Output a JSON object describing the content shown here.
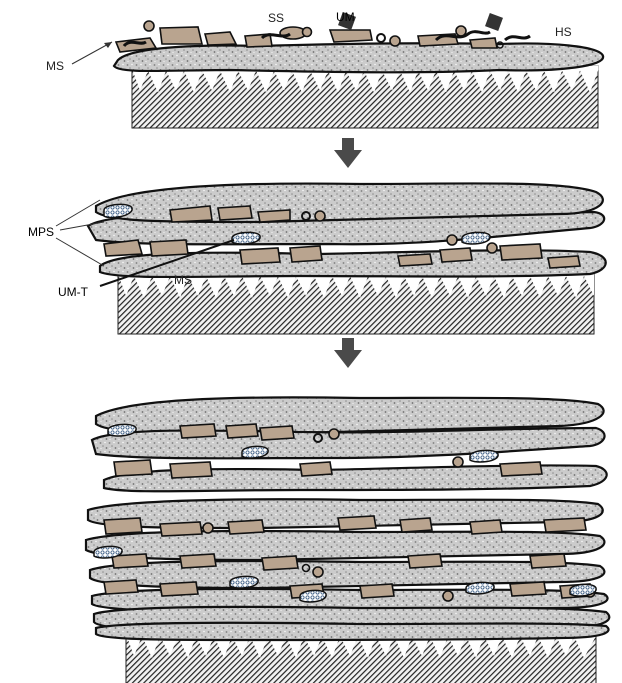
{
  "labels": {
    "ms": "MS",
    "ss": "SS",
    "um": "UM",
    "hs": "HS",
    "mps": "MPS",
    "umt": "UM-T",
    "ms_inner": "MS"
  },
  "colors": {
    "matrix_fill": "#c9c9c9",
    "matrix_speckle": "#8a8a8a",
    "particle_fill": "#b9a48f",
    "outline": "#111111",
    "substrate_dark": "#3a3a3a",
    "arrow": "#4a4a4a",
    "unmelted_fill": "#dfe6ee"
  },
  "stages": [
    {
      "id": "stage-1",
      "splat_count": 1
    },
    {
      "id": "stage-2",
      "splat_count": 3
    },
    {
      "id": "stage-3",
      "splat_count": 9
    }
  ]
}
